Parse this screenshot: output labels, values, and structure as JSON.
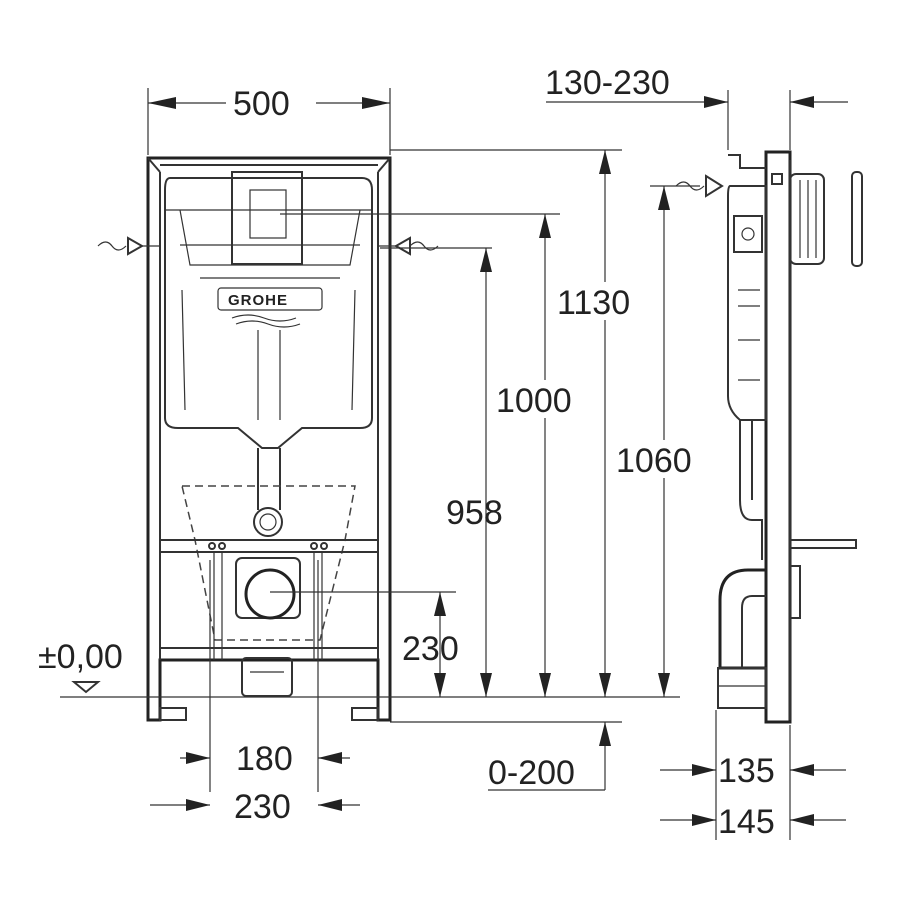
{
  "brand": {
    "logo_text": "GROHE"
  },
  "front_view": {
    "width_dim": "500",
    "floor_level": "±0,00",
    "dim_180": "180",
    "dim_230_bottom": "230",
    "dim_230_outlet": "230",
    "dim_958": "958",
    "dim_1000": "1000",
    "dim_1130": "1130",
    "dim_0_200": "0-200",
    "dim_1060": "1060"
  },
  "side_view": {
    "depth_range": "130-230",
    "dim_135": "135",
    "dim_145": "145"
  },
  "colors": {
    "line": "#333333",
    "background": "#ffffff"
  }
}
